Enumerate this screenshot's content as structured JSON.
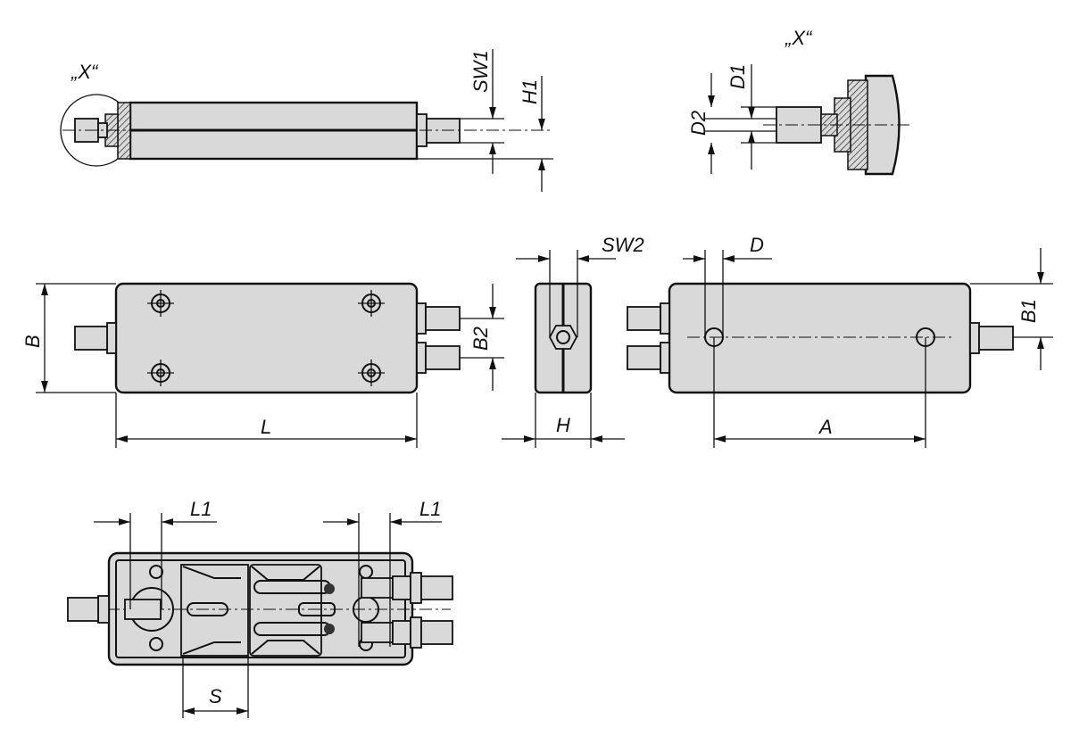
{
  "title": "Technical drawing of an air/pneumatic slide unit with dimension labels",
  "views": {
    "side_view": {
      "detail_label": "„X“",
      "dimensions": {
        "sw1": "SW1",
        "h1": "H1"
      }
    },
    "detail_x": {
      "label": "„X“",
      "dimensions": {
        "d1": "D1",
        "d2": "D2"
      }
    },
    "front_view": {
      "dimensions": {
        "b": "B",
        "b2": "B2",
        "l": "L"
      }
    },
    "end_view": {
      "dimensions": {
        "sw2": "SW2",
        "h": "H"
      }
    },
    "rear_view": {
      "dimensions": {
        "d": "D",
        "b1": "B1",
        "a": "A"
      }
    },
    "section_view": {
      "dimensions": {
        "l1_left": "L1",
        "l1_right": "L1",
        "s": "S"
      }
    }
  },
  "colors": {
    "fill": "#d9d9d9",
    "line": "#111111"
  }
}
